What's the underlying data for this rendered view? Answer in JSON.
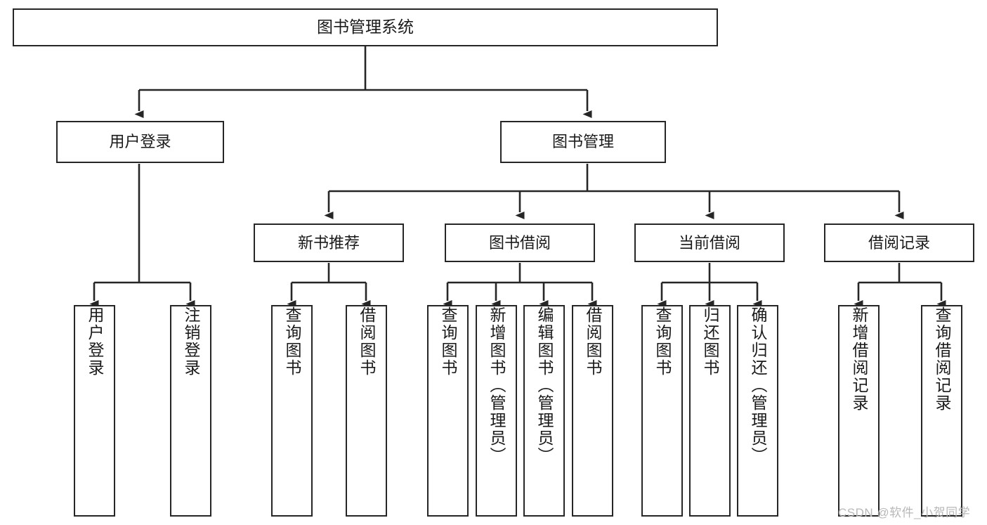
{
  "diagram": {
    "title": "图书管理系统",
    "type": "hierarchy-tree",
    "stroke_color": "#262626",
    "fill_color": "#ffffff",
    "text_color": "#1a1a1a",
    "watermark_color": "#b8b8b8"
  },
  "watermark": {
    "text": "CSDN @软件_小贺同学"
  },
  "nodes": {
    "root": {
      "id": "root",
      "label": "图书管理系统",
      "orientation": "horizontal",
      "level": 0
    },
    "level1": [
      {
        "id": "user-login",
        "label": "用户登录",
        "orientation": "horizontal",
        "level": 1
      },
      {
        "id": "book-manage",
        "label": "图书管理",
        "orientation": "horizontal",
        "level": 1
      }
    ],
    "level2": [
      {
        "id": "new-book-recommend",
        "label": "新书推荐",
        "orientation": "horizontal",
        "level": 2,
        "parent": "book-manage"
      },
      {
        "id": "book-borrow",
        "label": "图书借阅",
        "orientation": "horizontal",
        "level": 2,
        "parent": "book-manage"
      },
      {
        "id": "current-borrow",
        "label": "当前借阅",
        "orientation": "horizontal",
        "level": 2,
        "parent": "book-manage"
      },
      {
        "id": "borrow-record",
        "label": "借阅记录",
        "orientation": "horizontal",
        "level": 2,
        "parent": "book-manage"
      }
    ],
    "leaves": [
      {
        "id": "leaf-user-login",
        "label": "用户登录",
        "orientation": "vertical",
        "parent": "user-login"
      },
      {
        "id": "leaf-logout-login",
        "label": "注销登录",
        "orientation": "vertical",
        "parent": "user-login"
      },
      {
        "id": "leaf-query-book-1",
        "label": "查询图书",
        "orientation": "vertical",
        "parent": "new-book-recommend"
      },
      {
        "id": "leaf-borrow-book-1",
        "label": "借阅图书",
        "orientation": "vertical",
        "parent": "new-book-recommend"
      },
      {
        "id": "leaf-query-book-2",
        "label": "查询图书",
        "orientation": "vertical",
        "parent": "book-borrow"
      },
      {
        "id": "leaf-add-book-admin",
        "label": "新增图书（管理员）",
        "orientation": "vertical",
        "parent": "book-borrow"
      },
      {
        "id": "leaf-edit-book-admin",
        "label": "编辑图书（管理员）",
        "orientation": "vertical",
        "parent": "book-borrow"
      },
      {
        "id": "leaf-borrow-book-2",
        "label": "借阅图书",
        "orientation": "vertical",
        "parent": "book-borrow"
      },
      {
        "id": "leaf-query-book-3",
        "label": "查询图书",
        "orientation": "vertical",
        "parent": "current-borrow"
      },
      {
        "id": "leaf-return-book",
        "label": "归还图书",
        "orientation": "vertical",
        "parent": "current-borrow"
      },
      {
        "id": "leaf-confirm-return-admin",
        "label": "确认归还（管理员）",
        "orientation": "vertical",
        "parent": "current-borrow"
      },
      {
        "id": "leaf-add-borrow-record",
        "label": "新增借阅记录",
        "orientation": "vertical",
        "parent": "borrow-record"
      },
      {
        "id": "leaf-query-borrow-record",
        "label": "查询借阅记录",
        "orientation": "vertical",
        "parent": "borrow-record"
      }
    ]
  }
}
